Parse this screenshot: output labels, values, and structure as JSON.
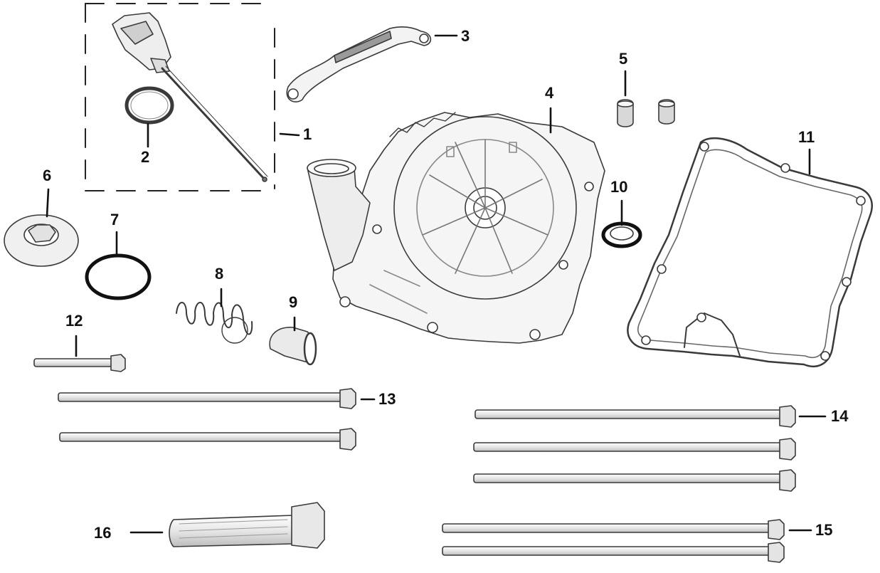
{
  "diagram": {
    "line_color": "#3a3a3a",
    "fill_color": "#f4f4f4",
    "callouts": {
      "p1": "1",
      "p2": "2",
      "p3": "3",
      "p4": "4",
      "p5": "5",
      "p6": "6",
      "p7": "7",
      "p8": "8",
      "p9": "9",
      "p10": "10",
      "p11": "11",
      "p12": "12",
      "p13": "13",
      "p14": "14",
      "p15": "15",
      "p16": "16"
    }
  }
}
